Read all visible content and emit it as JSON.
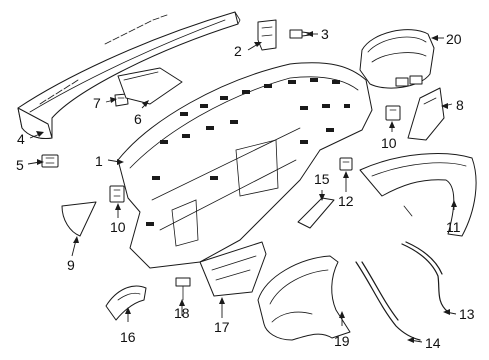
{
  "diagram": {
    "callouts": [
      {
        "id": "1",
        "label": "1"
      },
      {
        "id": "2",
        "label": "2"
      },
      {
        "id": "3",
        "label": "3"
      },
      {
        "id": "4",
        "label": "4"
      },
      {
        "id": "5",
        "label": "5"
      },
      {
        "id": "6",
        "label": "6"
      },
      {
        "id": "7",
        "label": "7"
      },
      {
        "id": "8",
        "label": "8"
      },
      {
        "id": "9",
        "label": "9"
      },
      {
        "id": "10a",
        "label": "10"
      },
      {
        "id": "10b",
        "label": "10"
      },
      {
        "id": "11",
        "label": "11"
      },
      {
        "id": "12",
        "label": "12"
      },
      {
        "id": "13",
        "label": "13"
      },
      {
        "id": "14",
        "label": "14"
      },
      {
        "id": "15",
        "label": "15"
      },
      {
        "id": "16",
        "label": "16"
      },
      {
        "id": "17",
        "label": "17"
      },
      {
        "id": "18",
        "label": "18"
      },
      {
        "id": "19",
        "label": "19"
      },
      {
        "id": "20",
        "label": "20"
      }
    ]
  }
}
